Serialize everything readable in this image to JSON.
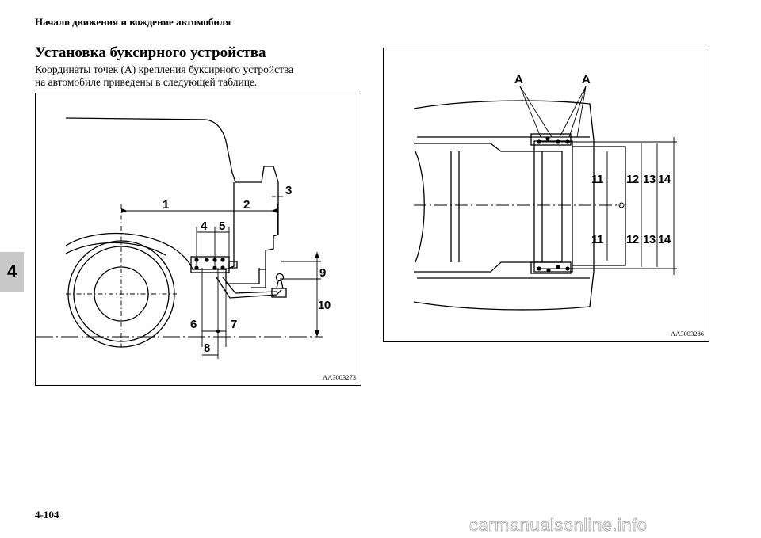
{
  "header": {
    "title": "Начало движения и вождение автомобиля"
  },
  "section": {
    "title": "Установка буксирного устройства",
    "intro_line1": "Координаты точек (A) крепления буксирного устройства",
    "intro_line2": "на автомобиле приведены в следующей таблице."
  },
  "chapter_tab": "4",
  "page_number": "4-104",
  "watermark": "carmanualsonline.info",
  "figure_side": {
    "code": "AA3003273",
    "labels": {
      "l1": "1",
      "l2": "2",
      "l3": "3",
      "l4": "4",
      "l5": "5",
      "l6": "6",
      "l7": "7",
      "l8": "8",
      "l9": "9",
      "l10": "10"
    }
  },
  "figure_top": {
    "code": "AA3003286",
    "labels": {
      "a_left": "A",
      "a_right": "A",
      "l11_top": "11",
      "l12_top": "12",
      "l13_top": "13",
      "l14_top": "14",
      "l11_bot": "11",
      "l12_bot": "12",
      "l13_bot": "13",
      "l14_bot": "14"
    }
  }
}
